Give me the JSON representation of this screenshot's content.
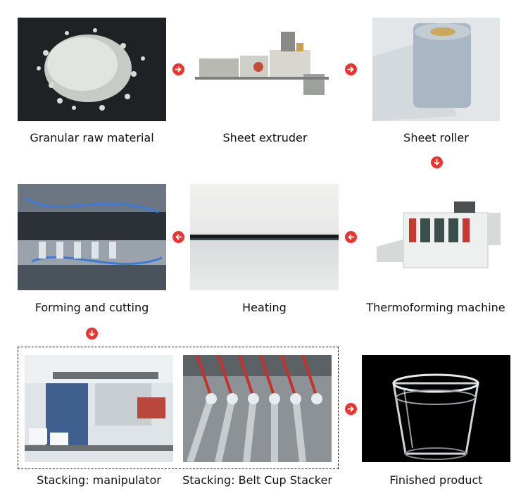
{
  "steps": [
    {
      "label": "Granular raw material"
    },
    {
      "label": "Sheet extruder"
    },
    {
      "label": "Sheet roller"
    },
    {
      "label": "Forming and cutting"
    },
    {
      "label": "Heating"
    },
    {
      "label": "Thermoforming machine"
    },
    {
      "label": "Stacking: manipulator"
    },
    {
      "label": "Stacking: Belt Cup Stacker"
    },
    {
      "label": "Finished product"
    }
  ],
  "colors": {
    "arrow": "#e8352f",
    "text": "#111111"
  },
  "icons": {
    "arrow_right": "arrow-right-icon",
    "arrow_left": "arrow-left-icon",
    "arrow_down": "arrow-down-icon"
  }
}
